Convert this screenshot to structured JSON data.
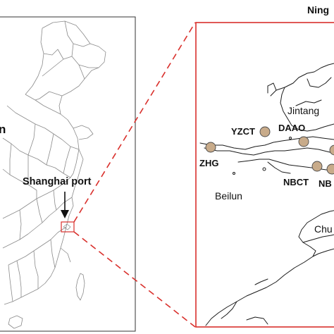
{
  "overview_map": {
    "callout_label": "Shanghai port",
    "cropped_label_fragment": "n",
    "highlight_color": "#d9302c"
  },
  "zoom_map": {
    "top_label_fragment": "Ning",
    "highlight_color": "#d9302c",
    "terminal_marker_color": "#c8ab8a",
    "place_labels": {
      "jintang": "Jintang",
      "beilun": "Beilun",
      "chuanshan_fragment": "Chu"
    },
    "terminals": [
      {
        "code": "ZHG"
      },
      {
        "code": "YZCT"
      },
      {
        "code": "DAAO"
      },
      {
        "code": "NBCT"
      },
      {
        "code": "NB"
      },
      {
        "code": ""
      }
    ]
  }
}
